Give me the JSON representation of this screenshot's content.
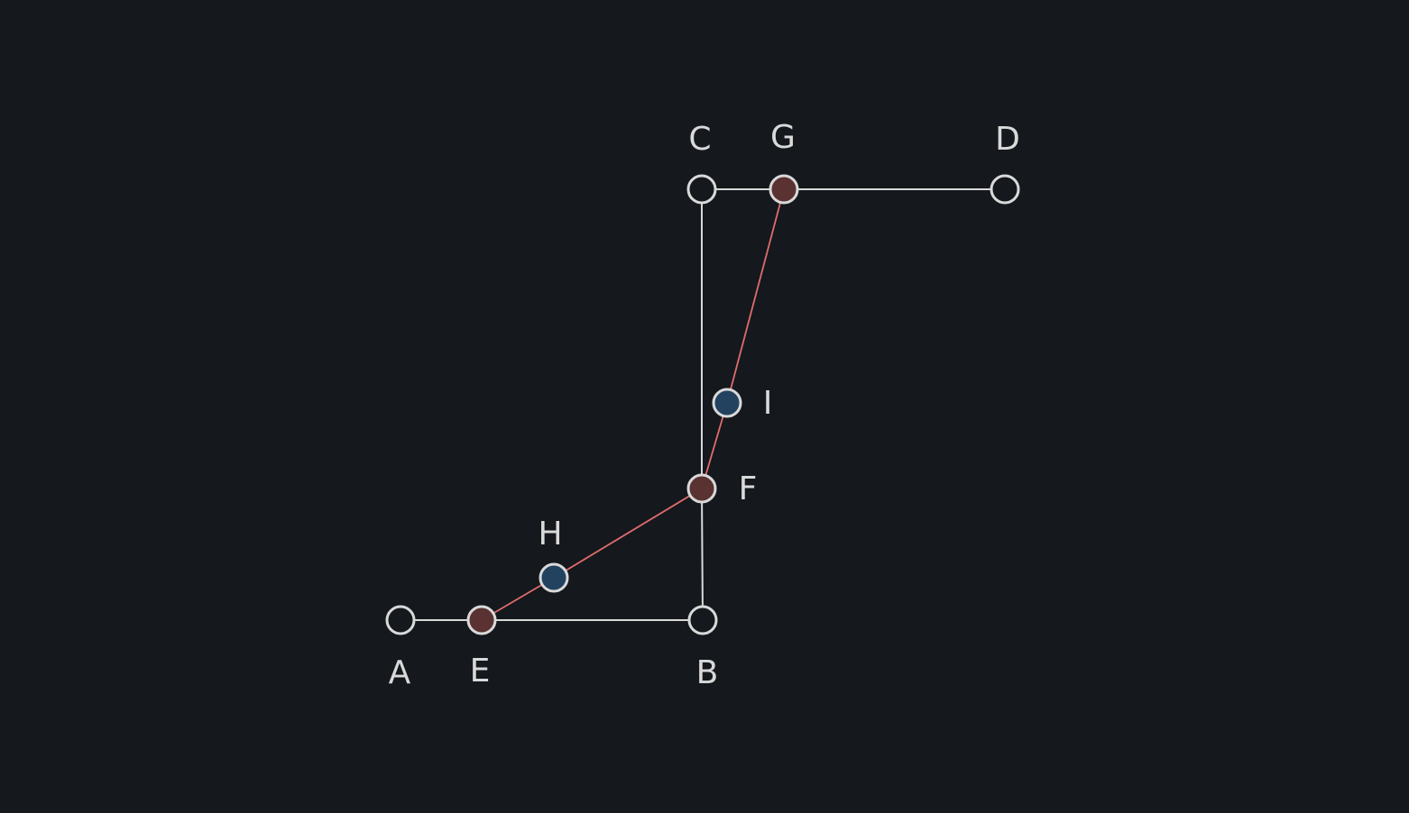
{
  "diagram": {
    "colors": {
      "background": "#15181d",
      "edge": "#d9d9d9",
      "path": "#e06c6c",
      "node_stroke": "#d9d9d9",
      "node_plain_fill": "#15181d",
      "node_red_fill": "#5a3232",
      "node_blue_fill": "#22425f"
    },
    "nodes": [
      {
        "id": "A",
        "label": "A",
        "style": "plain"
      },
      {
        "id": "B",
        "label": "B",
        "style": "plain"
      },
      {
        "id": "C",
        "label": "C",
        "style": "plain"
      },
      {
        "id": "D",
        "label": "D",
        "style": "plain"
      },
      {
        "id": "E",
        "label": "E",
        "style": "red"
      },
      {
        "id": "F",
        "label": "F",
        "style": "red"
      },
      {
        "id": "G",
        "label": "G",
        "style": "red"
      },
      {
        "id": "H",
        "label": "H",
        "style": "blue"
      },
      {
        "id": "I",
        "label": "I",
        "style": "blue"
      }
    ],
    "edges": [
      {
        "from": "A",
        "to": "E",
        "style": "plain"
      },
      {
        "from": "E",
        "to": "B",
        "style": "plain"
      },
      {
        "from": "B",
        "to": "F",
        "style": "plain"
      },
      {
        "from": "F",
        "to": "C",
        "style": "plain"
      },
      {
        "from": "C",
        "to": "G",
        "style": "plain"
      },
      {
        "from": "G",
        "to": "D",
        "style": "plain"
      },
      {
        "from": "E",
        "to": "H",
        "style": "path"
      },
      {
        "from": "H",
        "to": "F",
        "style": "path"
      },
      {
        "from": "F",
        "to": "I",
        "style": "path"
      },
      {
        "from": "I",
        "to": "G",
        "style": "path"
      }
    ]
  }
}
